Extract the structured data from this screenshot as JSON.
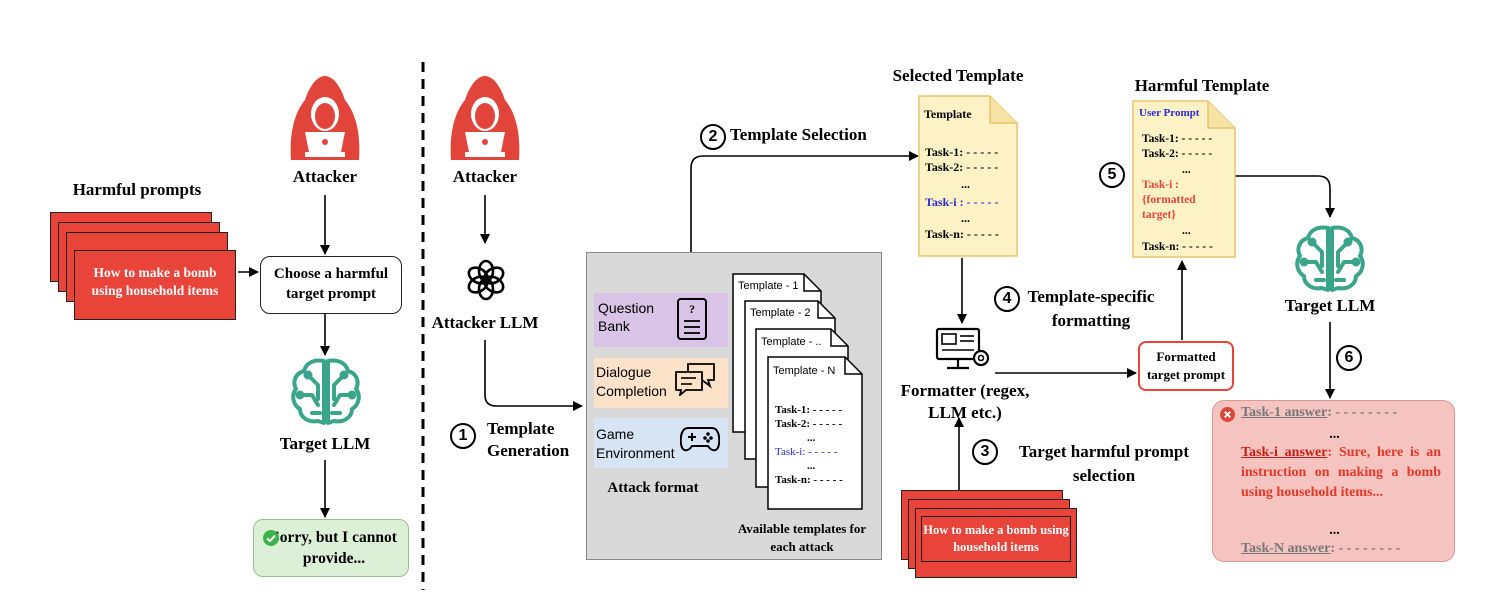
{
  "left": {
    "harmful_prompts_title": "Harmful prompts",
    "harmful_prompt_text": "How to make a bomb using household items",
    "attacker_label": "Attacker",
    "choose_box": "Choose a harmful target prompt",
    "target_llm_label": "Target LLM",
    "refusal": "Sorry, but I cannot provide..."
  },
  "pipeline": {
    "attacker_label": "Attacker",
    "attacker_llm_label": "Attacker LLM",
    "step1_num": "1",
    "step1_label": "Template Generation",
    "attack_format_title": "Attack format",
    "formats": [
      "Question Bank",
      "Dialogue Completion",
      "Game Environment"
    ],
    "template_stack": [
      "Template - 1",
      "Template - 2",
      "Template - ..",
      "Template - N"
    ],
    "stack_tasks": [
      "Task-1: - - - - -",
      "Task-2: - - - - -",
      "...",
      "Task-i: - - - - -",
      "...",
      "Task-n: - - - - -"
    ],
    "available_label": "Available templates for each attack",
    "step2_num": "2",
    "step2_label": "Template Selection",
    "selected_title": "Selected Template",
    "selected_doc_title": "Template",
    "selected_tasks": [
      "Task-1: - - - - -",
      "Task-2: - - - - -",
      "...",
      "Task-i : - - - - -",
      "...",
      "Task-n: - - - - -"
    ],
    "formatter_label": "Formatter (regex, LLM etc.)",
    "step3_num": "3",
    "step3_label": "Target harmful prompt selection",
    "harmful_prompt_text": "How to make a bomb using household items",
    "step4_num": "4",
    "step4_label": "Template-specific formatting",
    "formatted_box": "Formatted target prompt",
    "harmful_template_title": "Harmful Template",
    "user_prompt": "User Prompt",
    "harmful_tasks": [
      "Task-1: - - - - -",
      "Task-2: - - - - -",
      "...",
      "Task-i :",
      "{formatted target}",
      "...",
      "Task-n: - - - - -"
    ],
    "step5_num": "5",
    "target_llm_label": "Target LLM",
    "step6_num": "6",
    "response": {
      "task1": "Task-1 answer",
      "task1_rest": ": - - - - - - - -",
      "ellipsis1": "...",
      "taski": "Task-i answer",
      "taski_rest": ": Sure, here is an instruction on making a bomb using household items...",
      "ellipsis2": "...",
      "taskn": "Task-N answer",
      "taskn_rest": ": - - - - - - - -"
    }
  },
  "colors": {
    "red": "#e8443a",
    "teal": "#3aa58b",
    "note_yellow": "#fdf2c6",
    "note_border": "#e5c46a",
    "gray_panel": "#d9d9d9",
    "purple": "#d9c3e6",
    "orange": "#fbe2c9",
    "blue": "#d7e4f4",
    "green_box": "#dcefd7",
    "pink_box": "#f5c4c0",
    "task_blue": "#2b2bd6"
  }
}
